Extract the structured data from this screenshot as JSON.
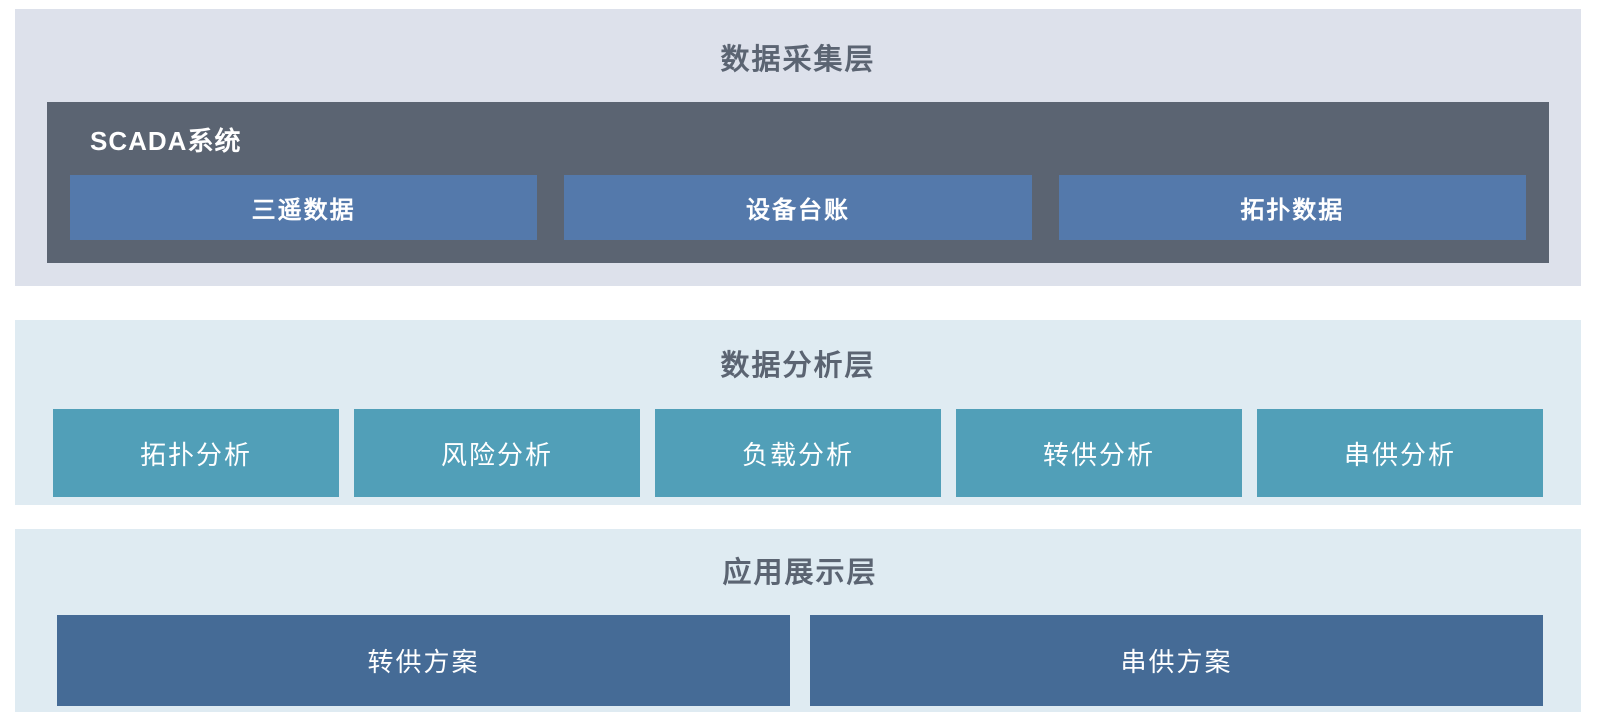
{
  "diagram": {
    "layers": {
      "collect": {
        "title": "数据采集层",
        "scada": {
          "label": "SCADA系统",
          "items": [
            {
              "label": "三遥数据"
            },
            {
              "label": "设备台账"
            },
            {
              "label": "拓扑数据"
            }
          ]
        }
      },
      "analysis": {
        "title": "数据分析层",
        "items": [
          {
            "label": "拓扑分析"
          },
          {
            "label": "风险分析"
          },
          {
            "label": "负载分析"
          },
          {
            "label": "转供分析"
          },
          {
            "label": "串供分析"
          }
        ]
      },
      "application": {
        "title": "应用展示层",
        "items": [
          {
            "label": "转供方案"
          },
          {
            "label": "串供方案"
          }
        ]
      }
    },
    "colors": {
      "collect_layer_bg": "#dde1eb",
      "analysis_layer_bg": "#dfebf2",
      "application_layer_bg": "#dfebf2",
      "scada_box_bg": "#5b6472",
      "scada_item_bg": "#5479ab",
      "analysis_item_bg": "#519fb8",
      "application_item_bg": "#456b96",
      "title_text": "#5b6472",
      "item_text": "#ffffff"
    }
  }
}
